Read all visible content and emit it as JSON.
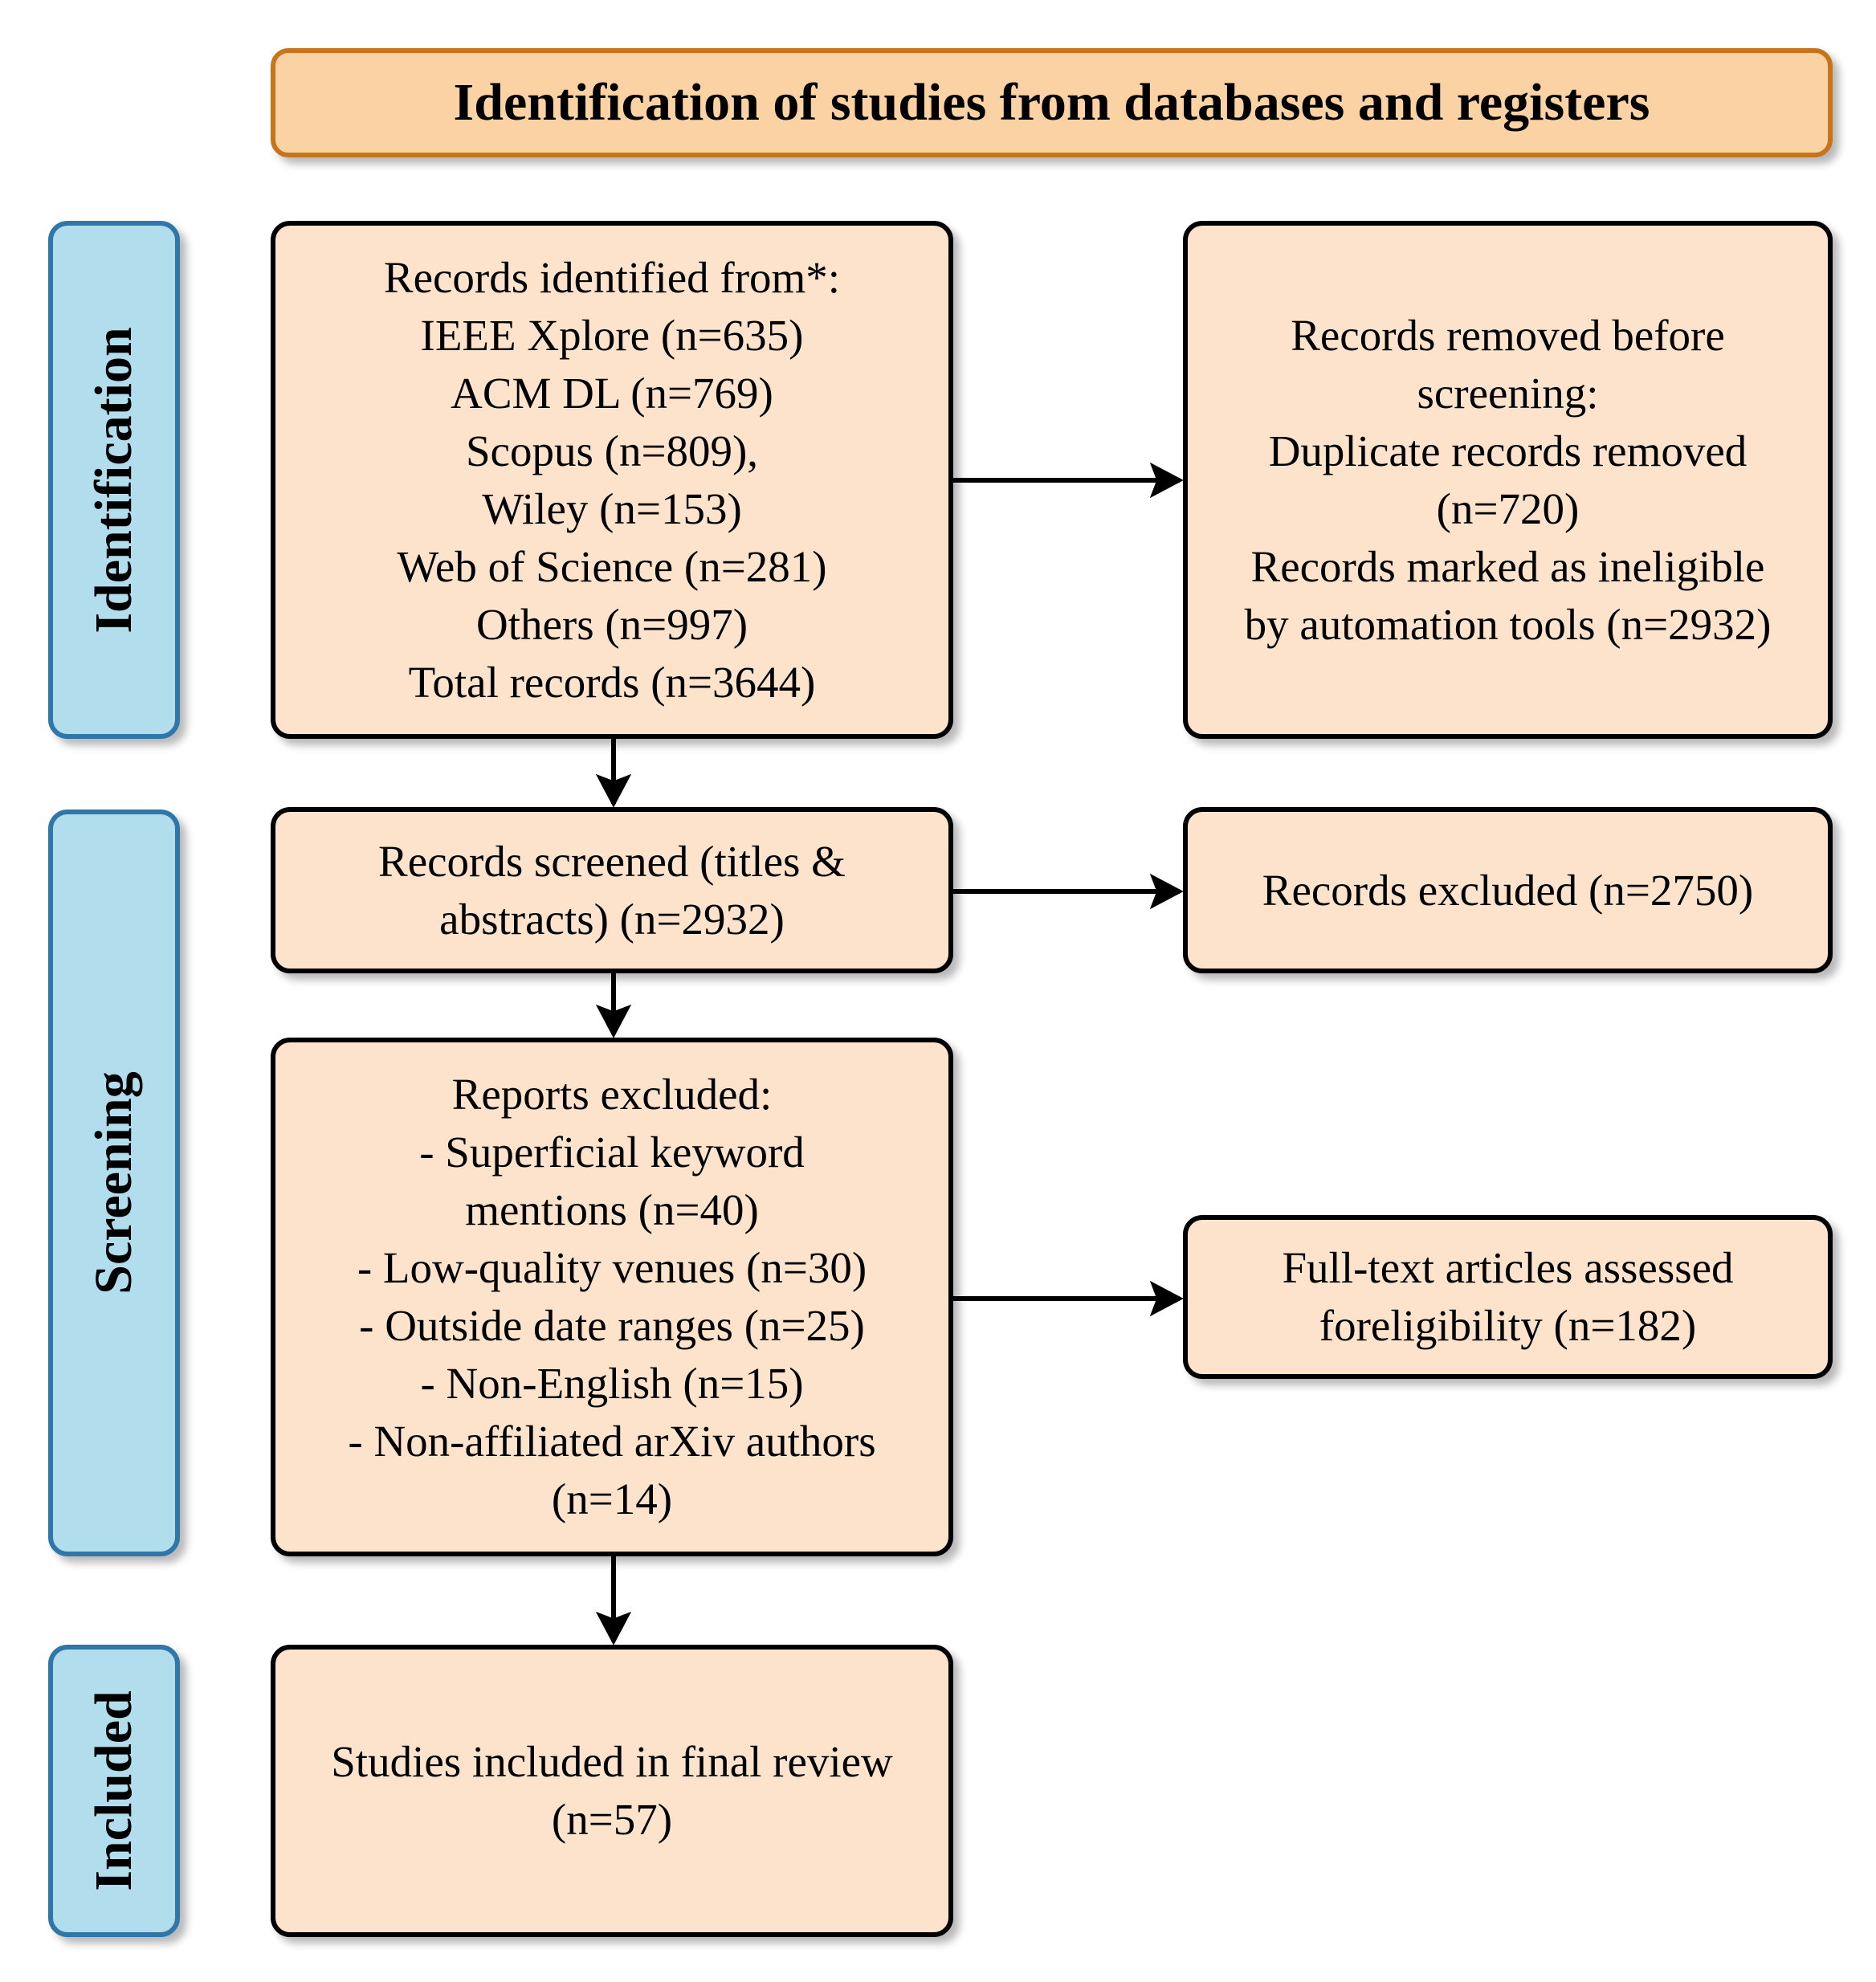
{
  "title": "Identification of studies from databases and registers",
  "phases": {
    "identification": "Identification",
    "screening": "Screening",
    "included": "Included"
  },
  "boxes": {
    "records_identified": [
      "Records identified from*:",
      "IEEE Xplore (n=635)",
      "ACM DL (n=769)",
      "Scopus (n=809),",
      "Wiley (n=153)",
      "Web of Science (n=281)",
      "Others (n=997)",
      "Total records (n=3644)"
    ],
    "records_removed": [
      "Records removed before",
      "screening:",
      "Duplicate records removed",
      "(n=720)",
      "Records marked as ineligible",
      "by automation tools (n=2932)"
    ],
    "records_screened": [
      "Records screened (titles &",
      "abstracts) (n=2932)"
    ],
    "records_excluded": [
      "Records excluded (n=2750)"
    ],
    "reports_excluded": [
      "Reports excluded:",
      "- Superficial keyword",
      "mentions (n=40)",
      "- Low-quality venues (n=30)",
      "- Outside date ranges (n=25)",
      "- Non-English (n=15)",
      "- Non-affiliated arXiv authors",
      "(n=14)"
    ],
    "fulltext_assessed": [
      "Full-text articles assessed",
      "foreligibility (n=182)"
    ],
    "studies_included": [
      "Studies included in final review",
      "(n=57)"
    ]
  },
  "colors": {
    "box_fill": "#fde3cb",
    "title_fill": "#fbd2a4",
    "title_border": "#c8741c",
    "phase_fill": "#b2dded",
    "phase_border": "#2e77a8"
  }
}
